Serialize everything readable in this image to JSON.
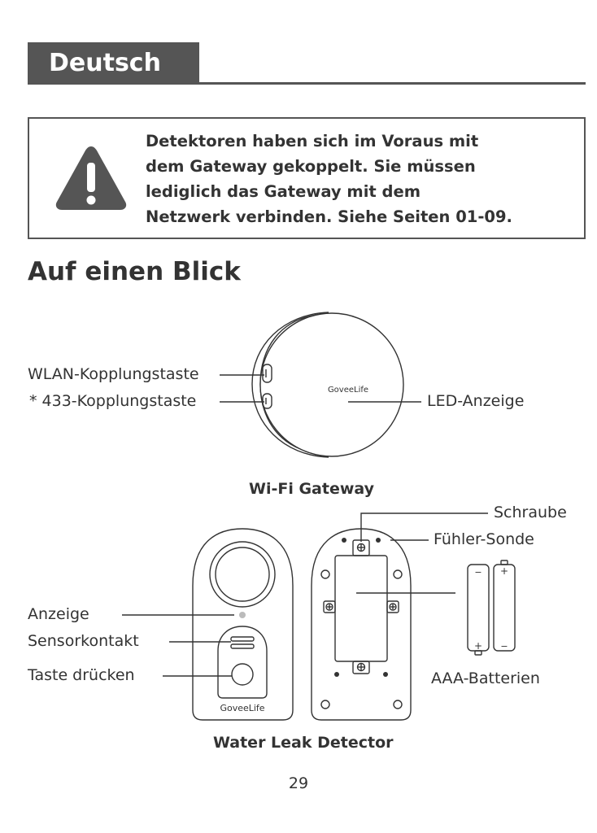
{
  "header": {
    "language": "Deutsch"
  },
  "notice": {
    "icon": "warning-triangle-icon",
    "lines": [
      "Detektoren haben sich im Voraus mit",
      "dem Gateway gekoppelt. Sie müssen",
      "lediglich das Gateway mit dem",
      "Netzwerk verbinden. Siehe Seiten 01-09."
    ]
  },
  "section": {
    "title": "Auf einen Blick"
  },
  "gateway": {
    "brand": "GoveeLife",
    "labels": {
      "wifi_button": "WLAN-Kopplungstaste",
      "pair_433_button": "* 433-Kopplungstaste",
      "led": "LED-Anzeige"
    },
    "caption": "Wi-Fi Gateway"
  },
  "detector": {
    "brand": "GoveeLife",
    "labels": {
      "indicator": "Anzeige",
      "sensor_contact": "Sensorkontakt",
      "press_button": "Taste drücken",
      "screw": "Schraube",
      "probe": "Fühler-Sonde",
      "batteries": "AAA-Batterien"
    },
    "battery_marks": {
      "plus": "+",
      "minus": "−"
    },
    "caption": "Water Leak Detector"
  },
  "footer": {
    "page_number": "29"
  }
}
